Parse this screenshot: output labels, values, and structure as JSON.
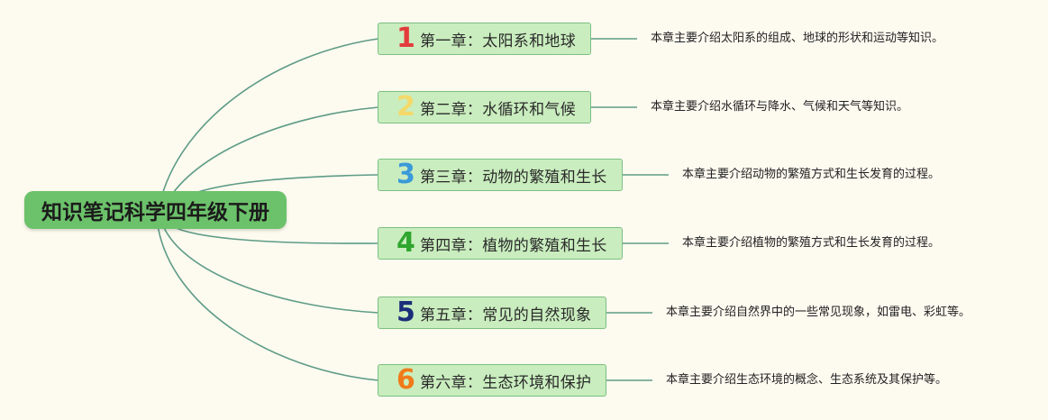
{
  "root": {
    "title": "知识笔记科学四年级下册"
  },
  "chapters": [
    {
      "number": "1",
      "title": "第一章：太阳系和地球",
      "description": "本章主要介绍太阳系的组成、地球的形状和运动等知识。",
      "color": "#e33b3b"
    },
    {
      "number": "2",
      "title": "第二章：水循环和气候",
      "description": "本章主要介绍水循环与降水、气候和天气等知识。",
      "color": "#f4d96a"
    },
    {
      "number": "3",
      "title": "第三章：动物的繁殖和生长",
      "description": "本章主要介绍动物的繁殖方式和生长发育的过程。",
      "color": "#3a9ad9"
    },
    {
      "number": "4",
      "title": "第四章：植物的繁殖和生长",
      "description": "本章主要介绍植物的繁殖方式和生长发育的过程。",
      "color": "#2fa62f"
    },
    {
      "number": "5",
      "title": "第五章：常见的自然现象",
      "description": "本章主要介绍自然界中的一些常见现象，如雷电、彩虹等。",
      "color": "#1a2f7a"
    },
    {
      "number": "6",
      "title": "第六章：生态环境和保护",
      "description": "本章主要介绍生态环境的概念、生态系统及其保护等。",
      "color": "#f07a1a"
    }
  ],
  "colors": {
    "link": "#5e9c86",
    "root_bg": "#6cc26a",
    "chapter_bg": "#c9edbe"
  }
}
